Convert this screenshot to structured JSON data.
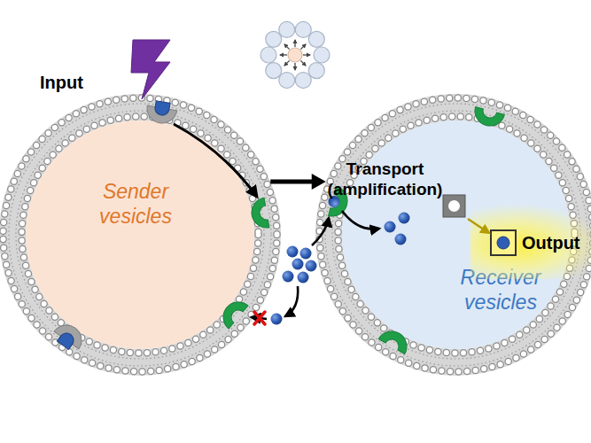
{
  "diagram": {
    "nodes": [
      {
        "text": [
          "Sender vesicles"
        ]
      },
      {
        "text": [
          "Receiver vesicles"
        ]
      },
      {
        "text": [
          "Output"
        ],
        "in": 1
      }
    ],
    "edges": [
      {
        "from": 0,
        "to": 1,
        "arrow": "to"
      }
    ],
    "labels": [
      "Input",
      "Transport (amplification)"
    ]
  }
}
